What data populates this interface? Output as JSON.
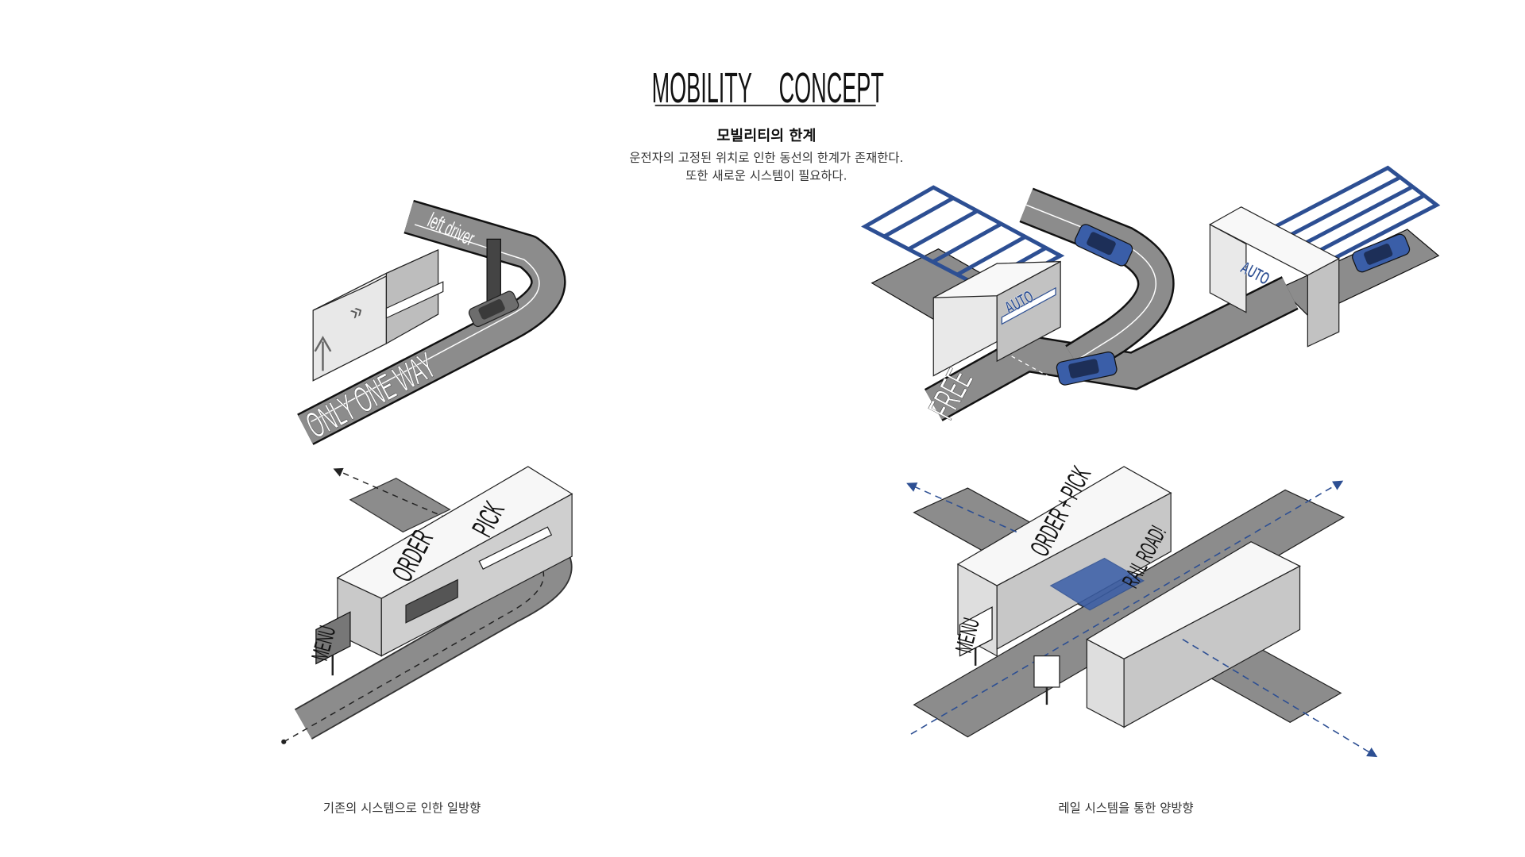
{
  "header": {
    "title_word1": "MOBILITY",
    "title_word2": "CONCEPT",
    "subtitle": "모빌리티의 한계",
    "description_line1": "운전자의 고정된 위치로 인한 동선의 한계가 존재한다.",
    "description_line2": "또한 새로운 시스템이 필요하다."
  },
  "left_diagram": {
    "road_label_top": "left driver",
    "road_label_main": "ONLY ONE WAY",
    "order_label": "ORDER",
    "pick_label": "PICK",
    "menu_label": "MENU",
    "caption": "기존의 시스템으로 인한 일방향"
  },
  "right_diagram": {
    "auto_label_1": "AUTO",
    "auto_label_2": "AUTO",
    "free_label": "FREE",
    "order_pick_label": "ORDER + PICK",
    "rail_label": "RAIL ROAD!",
    "menu_label": "MENU",
    "caption": "레일 시스템을 통한 양방향"
  },
  "colors": {
    "road": "#8c8c8c",
    "building": "#e6e6e6",
    "accent_blue": "#2d4f93",
    "car_blue": "#3a5ea8",
    "text": "#111111"
  }
}
